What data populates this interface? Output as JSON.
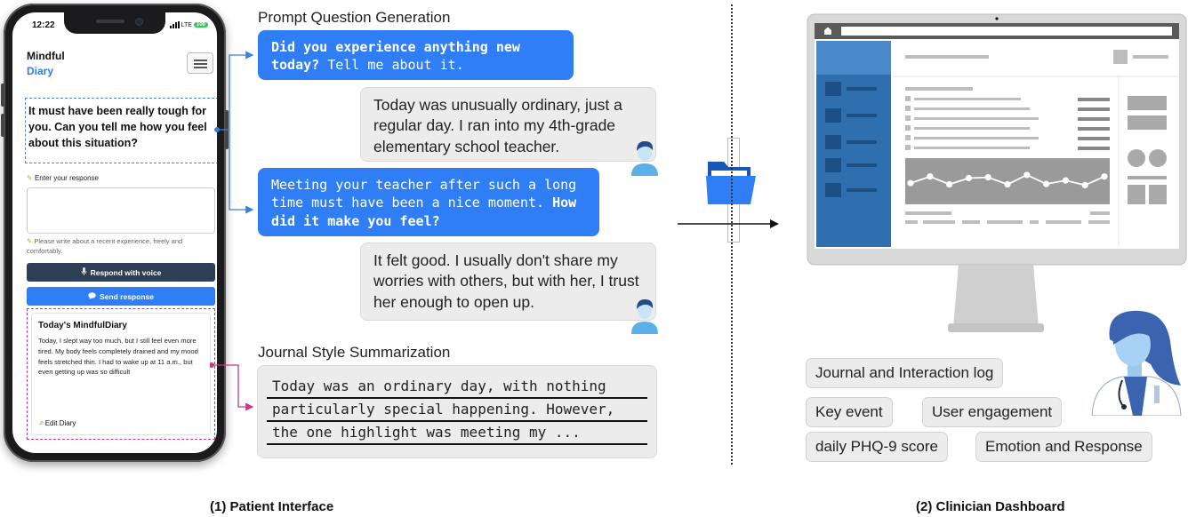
{
  "phone": {
    "time": "12:22",
    "network": "LTE",
    "battery": "100",
    "app_title_line1": "Mindful",
    "app_title_line2": "Diary",
    "prompt_question": "It must have been really tough for you. Can you tell me how you feel about this situation?",
    "response_label": "Enter your response",
    "response_placeholder": "",
    "hint_text": "Please write about a recent experience, freely and comfortably.",
    "voice_button_label": "Respond with voice",
    "send_button_label": "Send response",
    "diary_title": "Today's MindfulDiary",
    "diary_text": "Today, I slept way too much, but I still feel even more tired. My body feels completely drained and my mood feels stretched thin. I had to wake up at 11 a.m., but even getting up was so difficult",
    "edit_label": "Edit Diary"
  },
  "conversation": {
    "title_prompt_generation": "Prompt Question Generation",
    "bubble1_bold": "Did you experience anything new today?",
    "bubble1_rest": " Tell me about it.",
    "reply1": "Today was unusually ordinary, just a regular day. I ran into my 4th-grade elementary school teacher.",
    "bubble2_plain": "Meeting your teacher after such a long time must have been a nice moment. ",
    "bubble2_bold": "How did it make you feel?",
    "reply2": "It felt good. I usually don't share my worries with others, but with her, I trust her enough to open up.",
    "title_summarization": "Journal Style Summarization",
    "summary_lines": [
      "Today was an ordinary day, with nothing",
      "particularly special happening. However,",
      "the one highlight was meeting my ..."
    ]
  },
  "clinician": {
    "tags": [
      "Journal and Interaction log",
      "Key event",
      "User engagement",
      "daily PHQ-9 score",
      "Emotion and Response"
    ],
    "chart_values": [
      0.45,
      0.62,
      0.42,
      0.58,
      0.6,
      0.42,
      0.66,
      0.43,
      0.52,
      0.4,
      0.62
    ]
  },
  "labels": {
    "patient": "(1) Patient Interface",
    "clinician": "(2) Clinician Dashboard"
  },
  "colors": {
    "accent_blue": "#2f7ef5",
    "dark_button": "#2d3e55",
    "diary_border": "#c43a8c",
    "sidebar_blue": "#2f6fae"
  },
  "icons": {
    "pencil": "pencil-icon",
    "mic": "microphone-icon",
    "chat": "chat-icon",
    "edit": "edit-icon",
    "folder": "folder-icon",
    "home": "home-icon",
    "user": "user-avatar-icon",
    "doctor": "doctor-icon"
  }
}
